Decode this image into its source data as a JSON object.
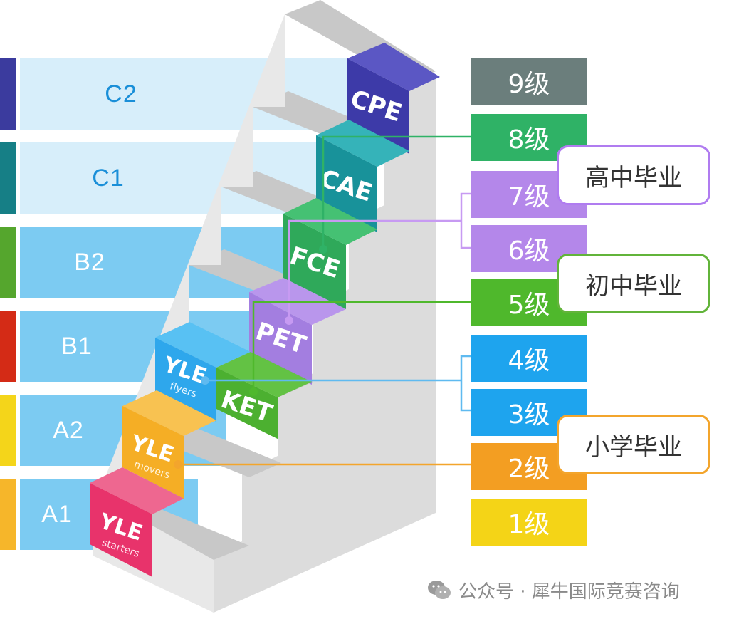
{
  "cefr_levels": [
    {
      "label": "C2",
      "accent": "#3b3b9e",
      "band": "#d7eefa",
      "text_color": "#1a8fd8"
    },
    {
      "label": "C1",
      "accent": "#167f86",
      "band": "#d7eefa",
      "text_color": "#1a8fd8"
    },
    {
      "label": "B2",
      "accent": "#55a62d",
      "band": "#7ccbf2",
      "text_color": "#ffffff"
    },
    {
      "label": "B1",
      "accent": "#d42b16",
      "band": "#7ccbf2",
      "text_color": "#ffffff"
    },
    {
      "label": "A2",
      "accent": "#f4d51a",
      "band": "#7ccbf2",
      "text_color": "#ffffff"
    },
    {
      "label": "A1",
      "accent": "#f6b62a",
      "band": "#7ccbf2",
      "text_color": "#ffffff"
    }
  ],
  "exams": [
    {
      "main": "CPE",
      "sub": "",
      "color": "#3d3aa8"
    },
    {
      "main": "CAE",
      "sub": "",
      "color": "#18929a"
    },
    {
      "main": "FCE",
      "sub": "",
      "color": "#2fa95a"
    },
    {
      "main": "PET",
      "sub": "",
      "color": "#a37ee0"
    },
    {
      "main": "KET",
      "sub": "",
      "color": "#4cb030"
    },
    {
      "main": "YLE",
      "sub": "flyers",
      "color": "#2ea7ec"
    },
    {
      "main": "YLE",
      "sub": "movers",
      "color": "#f5ae25"
    },
    {
      "main": "YLE",
      "sub": "starters",
      "color": "#e8336b"
    }
  ],
  "grades": [
    {
      "label": "9级",
      "color": "#6b7e7c"
    },
    {
      "label": "8级",
      "color": "#2fb266"
    },
    {
      "label": "7级",
      "color": "#b487ea"
    },
    {
      "label": "6级",
      "color": "#b487ea"
    },
    {
      "label": "5级",
      "color": "#4fb82c"
    },
    {
      "label": "4级",
      "color": "#1ea4ee"
    },
    {
      "label": "3级",
      "color": "#1ea4ee"
    },
    {
      "label": "2级",
      "color": "#f39e22"
    },
    {
      "label": "1级",
      "color": "#f4d417"
    }
  ],
  "callouts": [
    {
      "label": "高中毕业",
      "color": "#b07cf0"
    },
    {
      "label": "初中毕业",
      "color": "#62b43a"
    },
    {
      "label": "小学毕业",
      "color": "#f3a52c"
    }
  ],
  "watermark": {
    "text": "公众号 · 犀牛国际竞赛咨询"
  }
}
